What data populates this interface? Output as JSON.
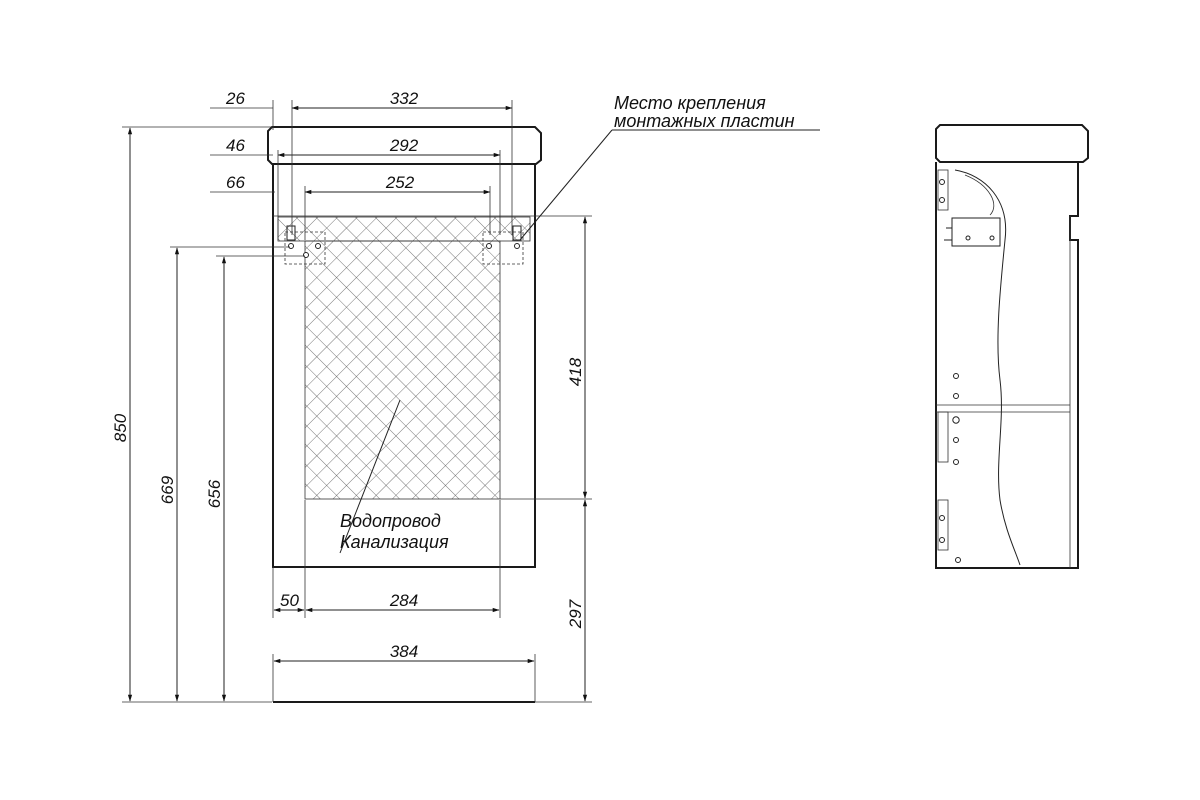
{
  "dimensions": {
    "top_width": "332",
    "top_offset": "26",
    "mid_width": "292",
    "mid_offset": "46",
    "low_width": "252",
    "low_offset": "66",
    "total_height": "850",
    "height_669": "669",
    "height_656": "656",
    "niche_height": "418",
    "base_height": "297",
    "niche_offset": "50",
    "niche_width": "284",
    "plinth_width": "384"
  },
  "labels": {
    "mounting_line1": "Место крепления",
    "mounting_line2": "монтажных пластин",
    "utility_line1": "Водопровод",
    "utility_line2": "Канализация"
  }
}
